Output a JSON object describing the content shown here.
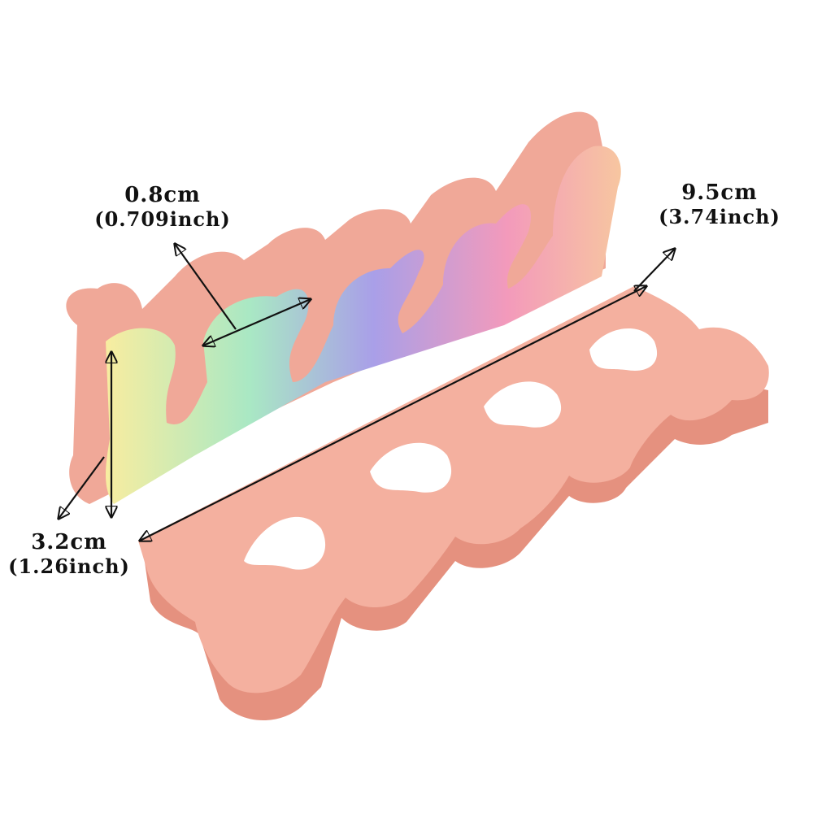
{
  "dimensions": {
    "thickness": {
      "metric": "0.8cm",
      "imperial": "(0.709inch)"
    },
    "length": {
      "metric": "9.5cm",
      "imperial": "(3.74inch)"
    },
    "height": {
      "metric": "3.2cm",
      "imperial": "(1.26inch)"
    }
  },
  "colors": {
    "foam_pink": "#f2ab9b",
    "foam_side": "#e79787",
    "rainbow": [
      "#f7eb9e",
      "#a8e6c0",
      "#a9a1e6",
      "#f29ab8",
      "#f5c09d"
    ],
    "arrow": "#111111"
  }
}
